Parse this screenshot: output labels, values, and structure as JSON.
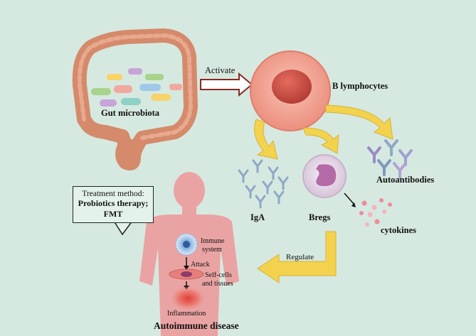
{
  "labels": {
    "gut_microbiota": "Gut microbiota",
    "activate": "Activate",
    "b_lymphocytes": "B lymphocytes",
    "iga": "IgA",
    "bregs": "Bregs",
    "autoantibodies": "Autoantibodies",
    "cytokines": "cytokines",
    "regulate": "Regulate",
    "immune_system_1": "Immune",
    "immune_system_2": "system",
    "attack": "Attack",
    "self_cells_1": "Self-cells",
    "self_cells_2": "and tissues",
    "inflammation": "Inflammation",
    "autoimmune_disease": "Autoimmune disease"
  },
  "callout": {
    "title": "Treatment method:",
    "line1": "Probiotics therapy;",
    "line2": "FMT"
  },
  "colors": {
    "background": "#d6e9e0",
    "gut": "#d58a6c",
    "b_cell": "#f2a394",
    "b_cell_nucleus": "#d2554a",
    "yellow_arrow": "#f3d24d",
    "breg": "#e8dbe9",
    "breg_nucleus": "#b46aa6",
    "body": "#eaa3a3",
    "antibody": "#8fa7c7"
  }
}
